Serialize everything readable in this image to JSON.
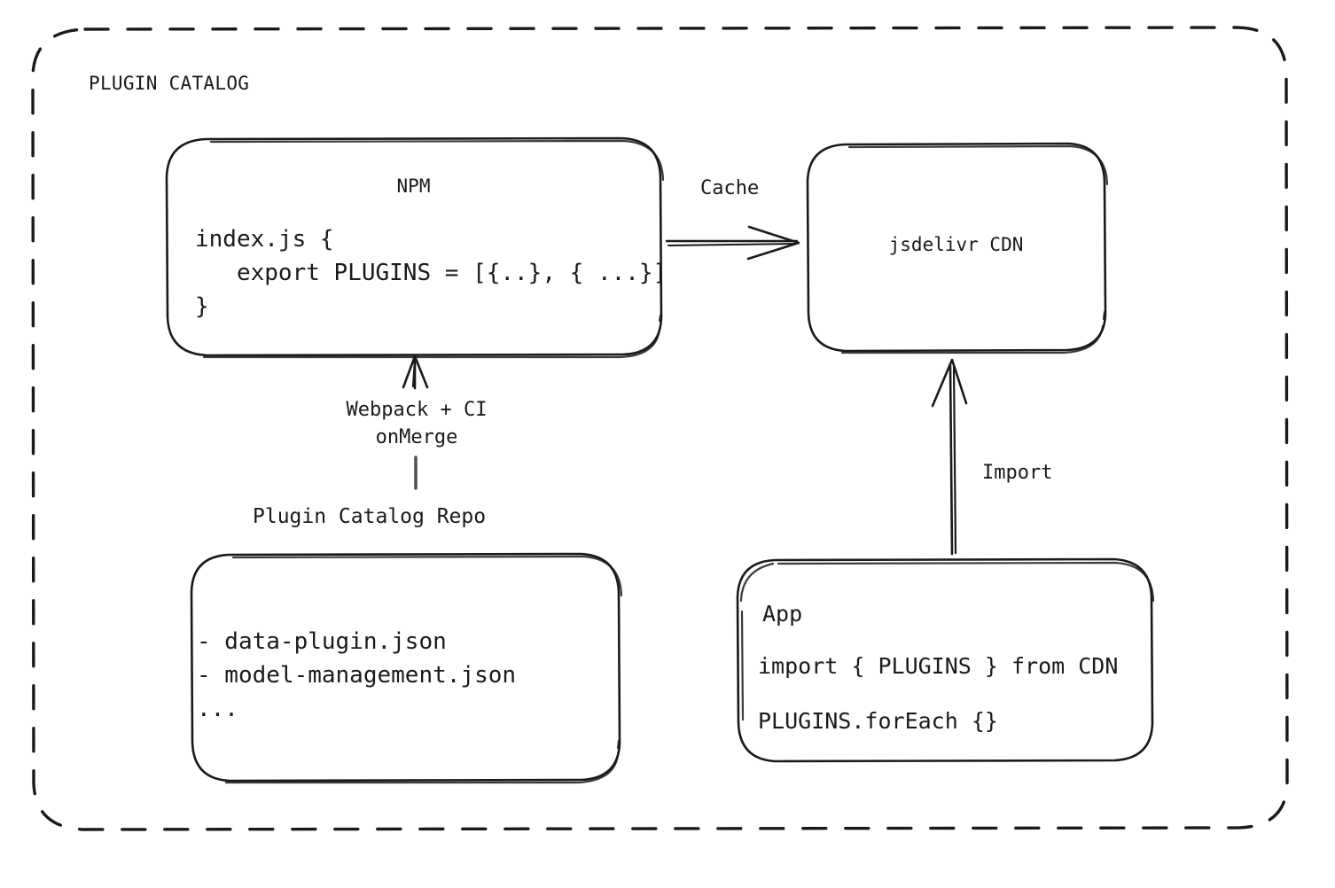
{
  "diagram": {
    "type": "architecture-flow",
    "frame": {
      "title": "PLUGIN CATALOG",
      "border_style": "dashed",
      "stroke_color": "#1a1a1a"
    },
    "nodes": [
      {
        "id": "npm",
        "title": "NPM",
        "title_align": "center",
        "code_lines": [
          "index.js {",
          "   export PLUGINS = [{..}, { ...}]",
          "}"
        ]
      },
      {
        "id": "cdn",
        "title": "jsdelivr CDN",
        "title_align": "center",
        "code_lines": []
      },
      {
        "id": "repo",
        "caption": "Plugin Catalog Repo",
        "code_lines": [
          "- data-plugin.json",
          "- model-management.json",
          "..."
        ]
      },
      {
        "id": "app",
        "title": "App",
        "title_align": "left",
        "code_lines": [
          "import { PLUGINS } from CDN",
          "PLUGINS.forEach {}"
        ]
      }
    ],
    "edges": [
      {
        "id": "npm-to-cdn",
        "label": "Cache",
        "from": "npm",
        "to": "cdn",
        "direction": "right"
      },
      {
        "id": "repo-to-npm",
        "label": "Webpack + CI\nonMerge",
        "label_line_1": "Webpack + CI",
        "label_line_2": "onMerge",
        "from": "repo",
        "to": "npm",
        "direction": "up"
      },
      {
        "id": "app-to-cdn",
        "label": "Import",
        "from": "app",
        "to": "cdn",
        "direction": "up"
      }
    ]
  }
}
